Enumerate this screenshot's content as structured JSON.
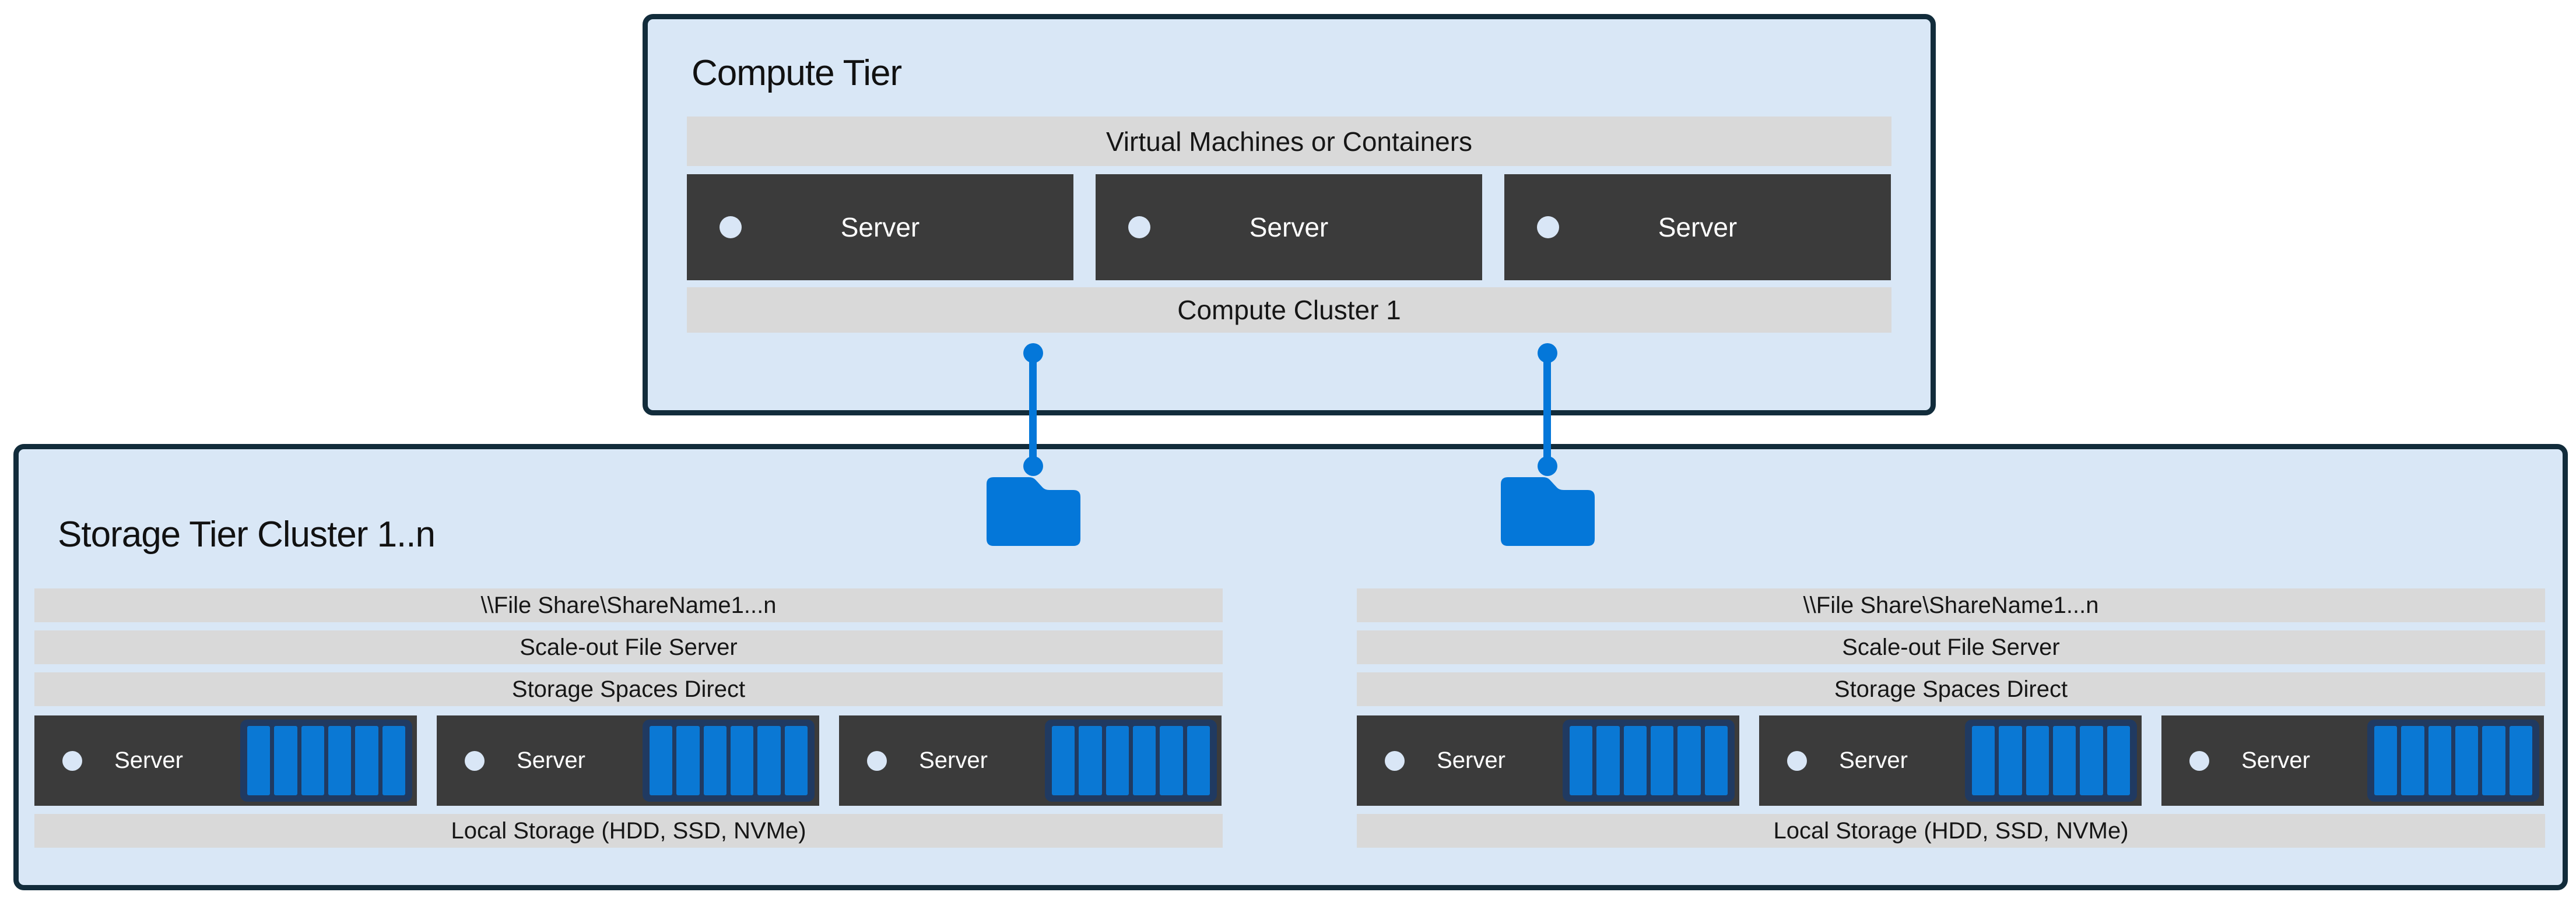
{
  "colors": {
    "page-bg": "#ffffff",
    "box-fill": "#d9e7f6",
    "box-border": "#122c3b",
    "bar-fill": "#d9d9d9",
    "bar-text": "#161616",
    "title-text": "#111111",
    "server-fill": "#3b3b3b",
    "server-text": "#ffffff",
    "accent-blue": "#0477d9",
    "disk-blue": "#0a78d4",
    "disk-frame": "#203a61",
    "dot-fill": "#d9e6f6"
  },
  "compute_tier": {
    "title": "Compute Tier",
    "vm_bar": "Virtual Machines or Containers",
    "cluster_bar": "Compute Cluster 1",
    "servers": [
      {
        "label": "Server"
      },
      {
        "label": "Server"
      },
      {
        "label": "Server"
      }
    ]
  },
  "storage_tier": {
    "title": "Storage Tier Cluster 1..n",
    "disks_per_server": 6,
    "clusters": [
      {
        "file_share_bar": "\\\\File Share\\ShareName1...n",
        "sofs_bar": "Scale-out File Server",
        "s2d_bar": "Storage Spaces Direct",
        "servers": [
          {
            "label": "Server",
            "local_storage": "Local Storage (HDD, SSD, NVMe)"
          },
          {
            "label": "Server",
            "local_storage": "Local Storage (HDD, SSD, NVMe)"
          },
          {
            "label": "Server",
            "local_storage": "Local Storage (HDD, SSD, NVMe)"
          }
        ]
      },
      {
        "file_share_bar": "\\\\File Share\\ShareName1...n",
        "sofs_bar": "Scale-out File Server",
        "s2d_bar": "Storage Spaces Direct",
        "servers": [
          {
            "label": "Server",
            "local_storage": "Local Storage (HDD, SSD, NVMe)"
          },
          {
            "label": "Server",
            "local_storage": "Local Storage (HDD, SSD, NVMe)"
          },
          {
            "label": "Server",
            "local_storage": "Local Storage (HDD, SSD, NVMe)"
          }
        ]
      }
    ]
  }
}
